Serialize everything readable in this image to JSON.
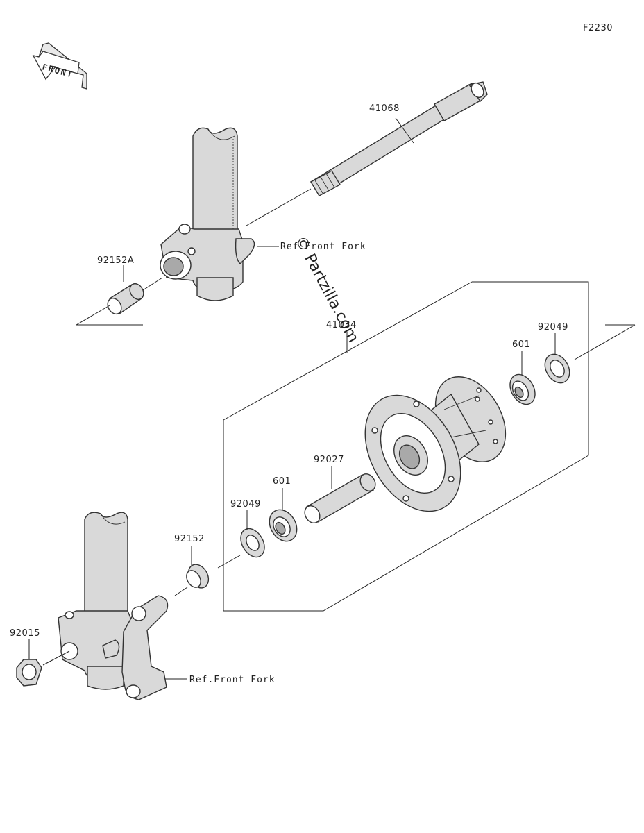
{
  "diagram_code": "F2230",
  "front_label": "FRONT",
  "watermark": "© Partzilla.com",
  "labels": {
    "p41068": "41068",
    "p92152A": "92152A",
    "ref_front_fork_top": "Ref.Front Fork",
    "p41034": "41034",
    "p92049_right": "92049",
    "p601_right": "601",
    "p92027": "92027",
    "p601_left": "601",
    "p92049_left": "92049",
    "p92152": "92152",
    "p92015": "92015",
    "ref_front_fork_bottom": "Ref.Front Fork"
  }
}
